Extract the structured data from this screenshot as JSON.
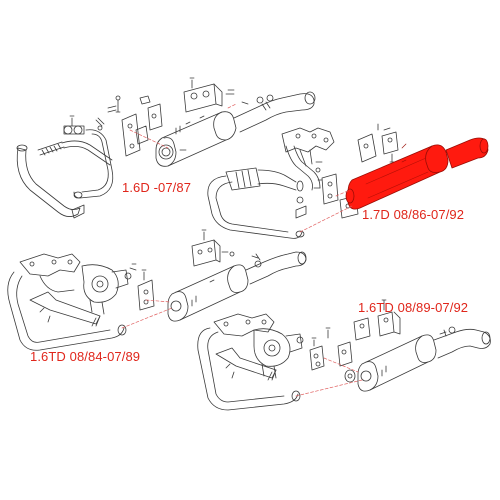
{
  "labels": {
    "variant_1": "1.6D -07/87",
    "variant_2": "1.7D 08/86-07/92",
    "variant_3": "1.6TD 08/89-07/92",
    "variant_4": "1.6TD 08/84-07/89"
  },
  "colors": {
    "line": "#3a3a3a",
    "highlight": "#ff1a0f",
    "label": "#e0261b",
    "leader": "#e06060"
  }
}
